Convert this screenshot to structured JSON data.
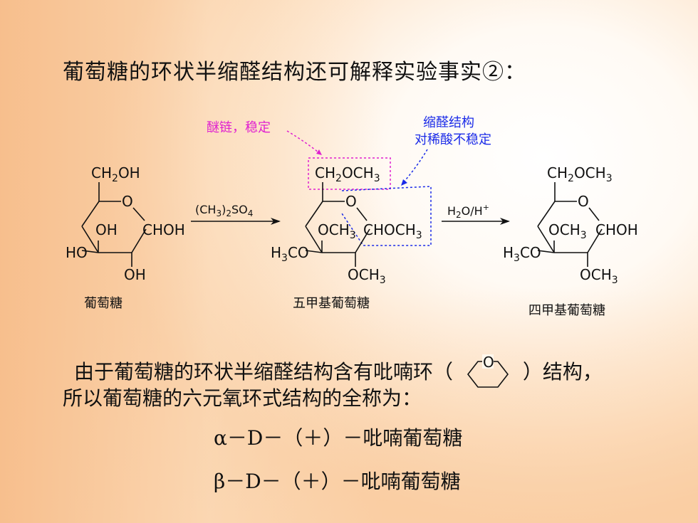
{
  "heading": "葡萄糖的环状半缩醛结构还可解释实验事实②：",
  "annotations": {
    "ether_chain": "醚链，稳定",
    "acetal_line1": "缩醛结构",
    "acetal_line2": "对稀酸不稳定"
  },
  "reagents": {
    "step1": "(CH3)2SO4",
    "step2": "H2O/H+"
  },
  "compounds": [
    {
      "name": "葡萄糖"
    },
    {
      "name": "五甲基葡萄糖"
    },
    {
      "name": "四甲基葡萄糖"
    }
  ],
  "explanation": {
    "line1_before": "由于葡萄糖的环状半缩醛结构含有吡喃环（",
    "line1_after": "）结构，",
    "line2": "所以葡萄糖的六元氧环式结构的全称为："
  },
  "names": {
    "alpha": "α－D－（＋）－吡喃葡萄糖",
    "beta": "β－D－（＋）－吡喃葡萄糖"
  },
  "pyran_o": "O"
}
